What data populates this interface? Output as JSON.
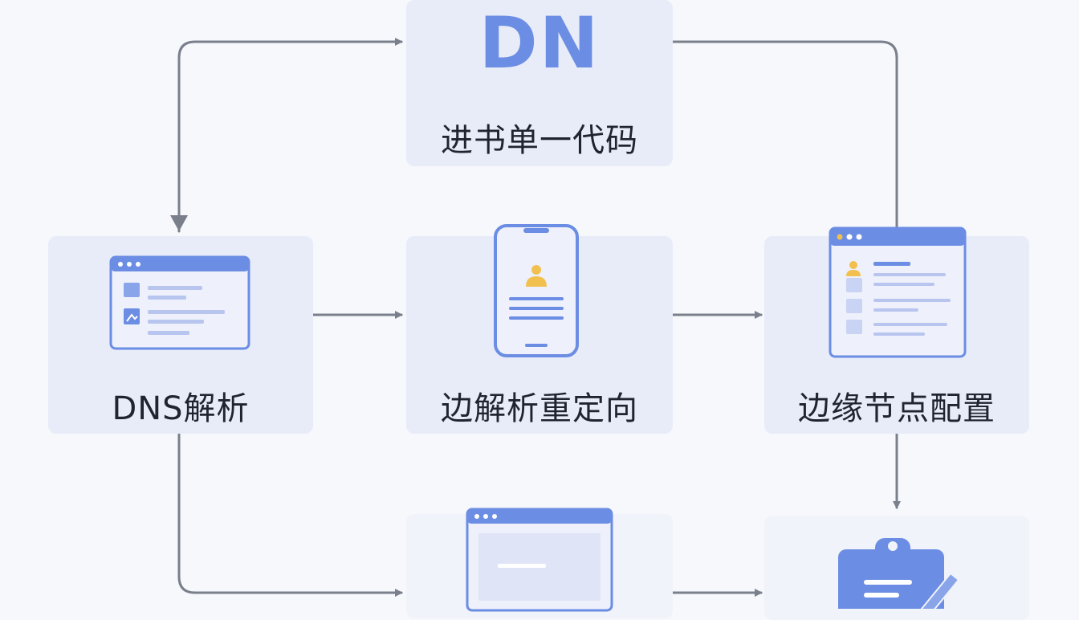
{
  "nodes": {
    "top": {
      "logo_text": "DN",
      "label": "进书单一代码"
    },
    "dns": {
      "label": "DNS解析"
    },
    "redirect": {
      "label": "边解析重定向"
    },
    "edge": {
      "label": "边缘节点配置"
    }
  },
  "colors": {
    "card_bg": "#e8ecf9",
    "accent": "#6b8de3",
    "connector": "#7a7f8c",
    "person_yellow": "#f2c04f"
  }
}
